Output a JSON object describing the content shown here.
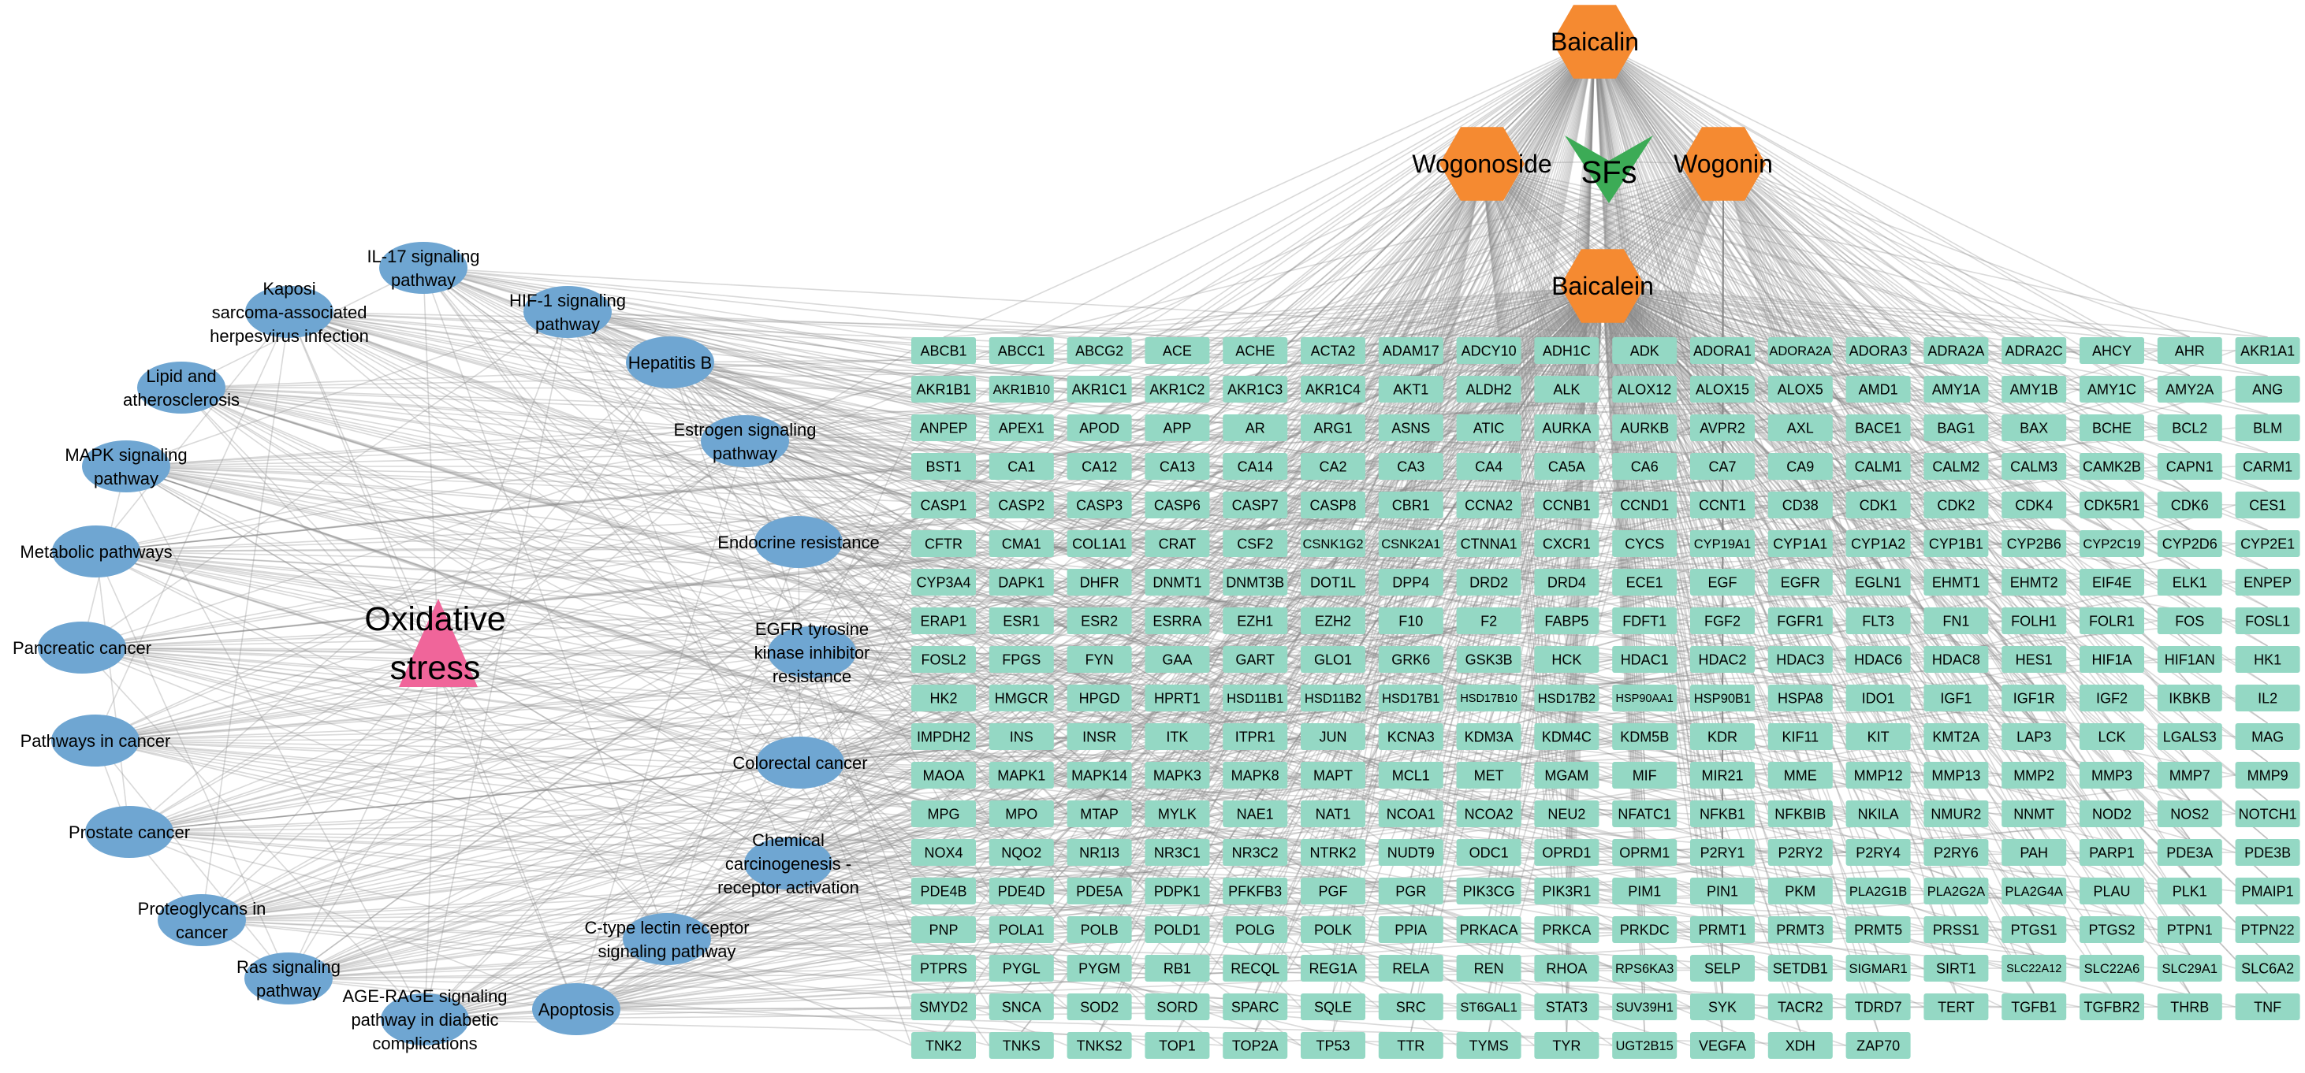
{
  "colors": {
    "compound": "#F58A31",
    "hub": "#3CAB56",
    "disease": "#F0659A",
    "pathway": "#6FA6D2",
    "target": "#94D8C4",
    "edge": "#8a8a8a"
  },
  "hub": {
    "label": "SFs"
  },
  "disease": {
    "label_line1": "Oxidative",
    "label_line2": "stress"
  },
  "compounds": [
    "Baicalin",
    "Wogonoside",
    "Wogonin",
    "Baicalein"
  ],
  "pathways": [
    [
      "IL-17 signaling",
      "pathway"
    ],
    [
      "Kaposi",
      "sarcoma-associated",
      "herpesvirus infection"
    ],
    [
      "HIF-1 signaling",
      "pathway"
    ],
    [
      "Hepatitis B"
    ],
    [
      "Lipid and",
      "atherosclerosis"
    ],
    [
      "Estrogen signaling",
      "pathway"
    ],
    [
      "MAPK signaling",
      "pathway"
    ],
    [
      "Metabolic pathways"
    ],
    [
      "Endocrine resistance"
    ],
    [
      "EGFR tyrosine",
      "kinase inhibitor",
      "resistance"
    ],
    [
      "Pancreatic cancer"
    ],
    [
      "Pathways in cancer"
    ],
    [
      "Colorectal cancer"
    ],
    [
      "Prostate cancer"
    ],
    [
      "Chemical",
      "carcinogenesis -",
      "receptor activation"
    ],
    [
      "Proteoglycans in",
      "cancer"
    ],
    [
      "C-type lectin receptor",
      "signaling pathway"
    ],
    [
      "Ras signaling",
      "pathway"
    ],
    [
      "AGE-RAGE signaling",
      "pathway in diabetic",
      "complications"
    ],
    [
      "Apoptosis"
    ]
  ],
  "targets": [
    "ABCB1",
    "ABCC1",
    "ABCG2",
    "ACE",
    "ACHE",
    "ACTA2",
    "ADAM17",
    "ADCY10",
    "ADH1C",
    "ADK",
    "ADORA1",
    "ADORA2A",
    "ADORA3",
    "ADRA2A",
    "ADRA2C",
    "AHCY",
    "AHR",
    "AKR1A1",
    "AKR1B1",
    "AKR1B10",
    "AKR1C1",
    "AKR1C2",
    "AKR1C3",
    "AKR1C4",
    "AKT1",
    "ALDH2",
    "ALK",
    "ALOX12",
    "ALOX15",
    "ALOX5",
    "AMD1",
    "AMY1A",
    "AMY1B",
    "AMY1C",
    "AMY2A",
    "ANG",
    "ANPEP",
    "APEX1",
    "APOD",
    "APP",
    "AR",
    "ARG1",
    "ASNS",
    "ATIC",
    "AURKA",
    "AURKB",
    "AVPR2",
    "AXL",
    "BACE1",
    "BAG1",
    "BAX",
    "BCHE",
    "BCL2",
    "BLM",
    "BST1",
    "CA1",
    "CA12",
    "CA13",
    "CA14",
    "CA2",
    "CA3",
    "CA4",
    "CA5A",
    "CA6",
    "CA7",
    "CA9",
    "CALM1",
    "CALM2",
    "CALM3",
    "CAMK2B",
    "CAPN1",
    "CARM1",
    "CASP1",
    "CASP2",
    "CASP3",
    "CASP6",
    "CASP7",
    "CASP8",
    "CBR1",
    "CCNA2",
    "CCNB1",
    "CCND1",
    "CCNT1",
    "CD38",
    "CDK1",
    "CDK2",
    "CDK4",
    "CDK5R1",
    "CDK6",
    "CES1",
    "CFTR",
    "CMA1",
    "COL1A1",
    "CRAT",
    "CSF2",
    "CSNK1G2",
    "CSNK2A1",
    "CTNNA1",
    "CXCR1",
    "CYCS",
    "CYP19A1",
    "CYP1A1",
    "CYP1A2",
    "CYP1B1",
    "CYP2B6",
    "CYP2C19",
    "CYP2D6",
    "CYP2E1",
    "CYP3A4",
    "DAPK1",
    "DHFR",
    "DNMT1",
    "DNMT3B",
    "DOT1L",
    "DPP4",
    "DRD2",
    "DRD4",
    "ECE1",
    "EGF",
    "EGFR",
    "EGLN1",
    "EHMT1",
    "EHMT2",
    "EIF4E",
    "ELK1",
    "ENPEP",
    "ERAP1",
    "ESR1",
    "ESR2",
    "ESRRA",
    "EZH1",
    "EZH2",
    "F10",
    "F2",
    "FABP5",
    "FDFT1",
    "FGF2",
    "FGFR1",
    "FLT3",
    "FN1",
    "FOLH1",
    "FOLR1",
    "FOS",
    "FOSL1",
    "FOSL2",
    "FPGS",
    "FYN",
    "GAA",
    "GART",
    "GLO1",
    "GRK6",
    "GSK3B",
    "HCK",
    "HDAC1",
    "HDAC2",
    "HDAC3",
    "HDAC6",
    "HDAC8",
    "HES1",
    "HIF1A",
    "HIF1AN",
    "HK1",
    "HK2",
    "HMGCR",
    "HPGD",
    "HPRT1",
    "HSD11B1",
    "HSD11B2",
    "HSD17B1",
    "HSD17B10",
    "HSD17B2",
    "HSP90AA1",
    "HSP90B1",
    "HSPA8",
    "IDO1",
    "IGF1",
    "IGF1R",
    "IGF2",
    "IKBKB",
    "IL2",
    "IMPDH2",
    "INS",
    "INSR",
    "ITK",
    "ITPR1",
    "JUN",
    "KCNA3",
    "KDM3A",
    "KDM4C",
    "KDM5B",
    "KDR",
    "KIF11",
    "KIT",
    "KMT2A",
    "LAP3",
    "LCK",
    "LGALS3",
    "MAG",
    "MAOA",
    "MAPK1",
    "MAPK14",
    "MAPK3",
    "MAPK8",
    "MAPT",
    "MCL1",
    "MET",
    "MGAM",
    "MIF",
    "MIR21",
    "MME",
    "MMP12",
    "MMP13",
    "MMP2",
    "MMP3",
    "MMP7",
    "MMP9",
    "MPG",
    "MPO",
    "MTAP",
    "MYLK",
    "NAE1",
    "NAT1",
    "NCOA1",
    "NCOA2",
    "NEU2",
    "NFATC1",
    "NFKB1",
    "NFKBIB",
    "NKILA",
    "NMUR2",
    "NNMT",
    "NOD2",
    "NOS2",
    "NOTCH1",
    "NOX4",
    "NQO2",
    "NR1I3",
    "NR3C1",
    "NR3C2",
    "NTRK2",
    "NUDT9",
    "ODC1",
    "OPRD1",
    "OPRM1",
    "P2RY1",
    "P2RY2",
    "P2RY4",
    "P2RY6",
    "PAH",
    "PARP1",
    "PDE3A",
    "PDE3B",
    "PDE4B",
    "PDE4D",
    "PDE5A",
    "PDPK1",
    "PFKFB3",
    "PGF",
    "PGR",
    "PIK3CG",
    "PIK3R1",
    "PIM1",
    "PIN1",
    "PKM",
    "PLA2G1B",
    "PLA2G2A",
    "PLA2G4A",
    "PLAU",
    "PLK1",
    "PMAIP1",
    "PNP",
    "POLA1",
    "POLB",
    "POLD1",
    "POLG",
    "POLK",
    "PPIA",
    "PRKACA",
    "PRKCA",
    "PRKDC",
    "PRMT1",
    "PRMT3",
    "PRMT5",
    "PRSS1",
    "PTGS1",
    "PTGS2",
    "PTPN1",
    "PTPN22",
    "PTPRS",
    "PYGL",
    "PYGM",
    "RB1",
    "RECQL",
    "REG1A",
    "RELA",
    "REN",
    "RHOA",
    "RPS6KA3",
    "SELP",
    "SETDB1",
    "SIGMAR1",
    "SIRT1",
    "SLC22A12",
    "SLC22A6",
    "SLC29A1",
    "SLC6A2",
    "SMYD2",
    "SNCA",
    "SOD2",
    "SORD",
    "SPARC",
    "SQLE",
    "SRC",
    "ST6GAL1",
    "STAT3",
    "SUV39H1",
    "SYK",
    "TACR2",
    "TDRD7",
    "TERT",
    "TGFB1",
    "TGFBR2",
    "THRB",
    "TNF",
    "TNK2",
    "TNKS",
    "TNKS2",
    "TOP1",
    "TOP2A",
    "TP53",
    "TTR",
    "TYMS",
    "TYR",
    "UGT2B15",
    "VEGFA",
    "XDH",
    "ZAP70"
  ]
}
